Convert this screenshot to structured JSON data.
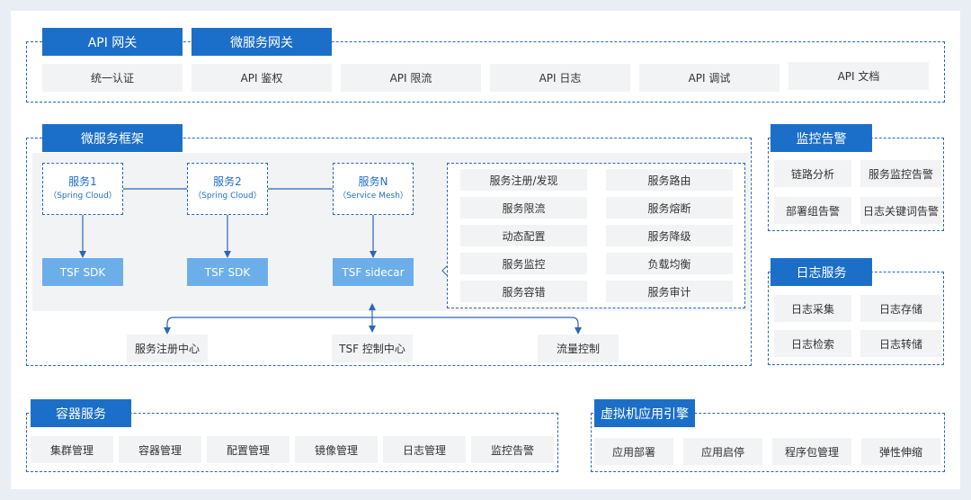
{
  "gateway": {
    "api_gateway": "API 网关",
    "ms_gateway": "微服务网关",
    "items": [
      "统一认证",
      "API 鉴权",
      "API 限流",
      "API 日志",
      "API 调试",
      "API 文档"
    ]
  },
  "framework": {
    "title": "微服务框架",
    "services": [
      {
        "name": "服务1",
        "sub": "（Spring Cloud）",
        "sdk": "TSF SDK"
      },
      {
        "name": "服务2",
        "sub": "（Spring Cloud）",
        "sdk": "TSF SDK"
      },
      {
        "name": "服务N",
        "sub": "（Service Mesh）",
        "sdk": "TSF sidecar"
      }
    ],
    "capabilities": [
      "服务注册/发现",
      "服务路由",
      "服务限流",
      "服务熔断",
      "动态配置",
      "服务降级",
      "服务监控",
      "负载均衡",
      "服务容错",
      "服务审计"
    ],
    "bottom": [
      "服务注册中心",
      "TSF 控制中心",
      "流量控制"
    ]
  },
  "monitor": {
    "title": "监控告警",
    "items": [
      "链路分析",
      "服务监控告警",
      "部署组告警",
      "日志关键词告警"
    ]
  },
  "log": {
    "title": "日志服务",
    "items": [
      "日志采集",
      "日志存储",
      "日志检索",
      "日志转储"
    ]
  },
  "container": {
    "title": "容器服务",
    "items": [
      "集群管理",
      "容器管理",
      "配置管理",
      "镜像管理",
      "日志管理",
      "监控告警"
    ]
  },
  "vm": {
    "title": "虚拟机应用引擎",
    "items": [
      "应用部署",
      "应用启停",
      "程序包管理",
      "弹性伸缩"
    ]
  },
  "colors": {
    "primary": "#1c6fc8",
    "sdk": "#6caeea",
    "cell": "#f2f3f5",
    "border": "#2b66b8"
  }
}
